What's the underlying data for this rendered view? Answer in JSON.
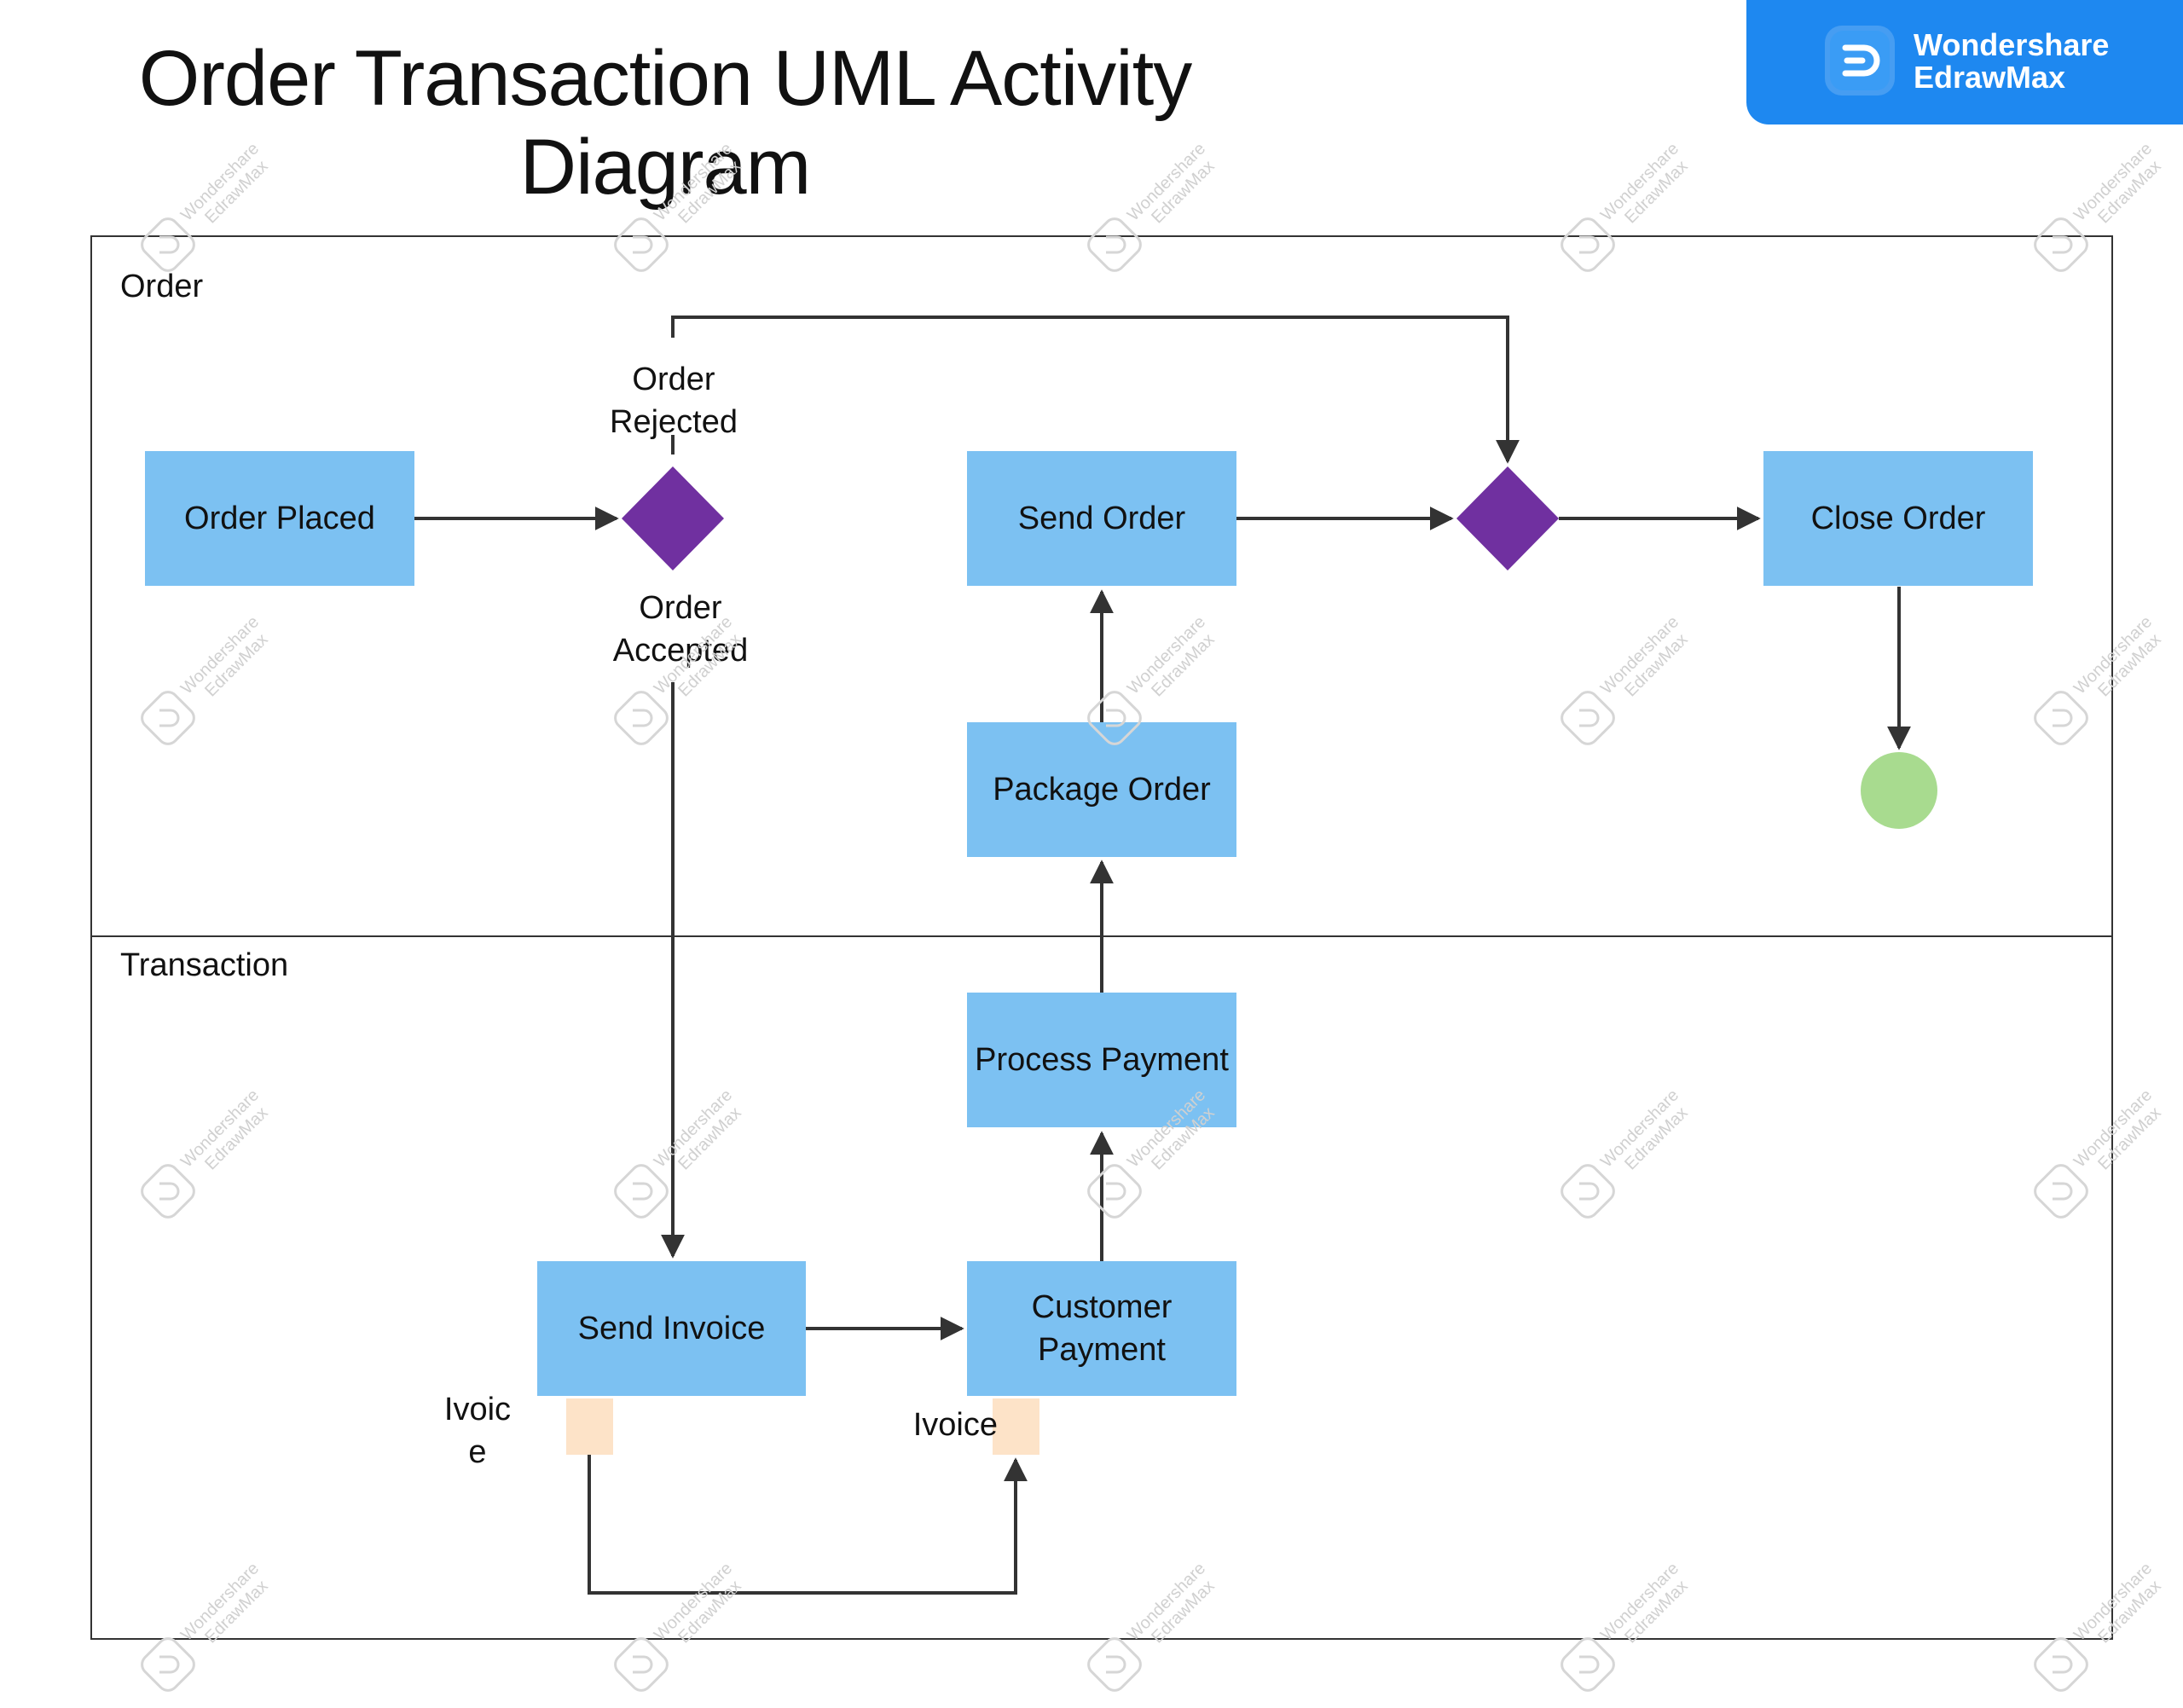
{
  "title": {
    "line1": "Order Transaction UML Activity",
    "line2": "Diagram"
  },
  "brand": {
    "line1": "Wondershare",
    "line2": "EdrawMax",
    "color": "#1e88f0",
    "icon": "edrawmax-logo-icon"
  },
  "lanes": {
    "order": "Order",
    "transaction": "Transaction"
  },
  "nodes": {
    "order_placed": "Order Placed",
    "send_order": "Send Order",
    "close_order": "Close Order",
    "package_order": "Package Order",
    "process_payment": "Process Payment",
    "send_invoice": "Send Invoice",
    "customer_payment_1": "Customer",
    "customer_payment_2": "Payment"
  },
  "guards": {
    "rejected_1": "Order",
    "rejected_2": "Rejected",
    "accepted_1": "Order",
    "accepted_2": "Accepted"
  },
  "pins": {
    "left_1": "Ivoic",
    "left_2": "e",
    "right": "Ivoice"
  },
  "watermark": {
    "line1": "Wondershare",
    "line2": "EdrawMax"
  },
  "colors": {
    "action": "#7cc1f2",
    "decision": "#7030a0",
    "pin": "#fde3c8",
    "final": "#a8db8f",
    "line": "#333333"
  }
}
